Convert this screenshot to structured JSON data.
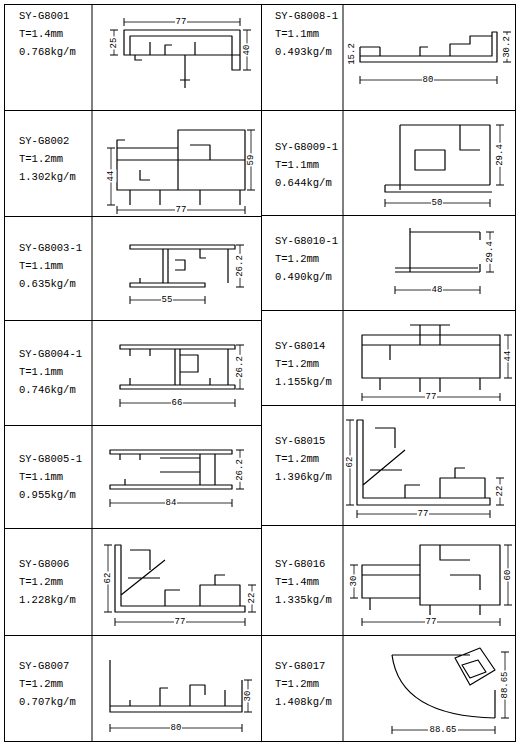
{
  "diagram": {
    "nodes": [
      {
        "text": [
          "SY-G8001",
          "T=1.4mm",
          "0.768kg/m"
        ]
      },
      {
        "text": [
          "SY-G8002",
          "T=1.2mm",
          "1.302kg/m"
        ]
      },
      {
        "text": [
          "SY-G8003-1",
          "T=1.1mm",
          "0.635kg/m"
        ]
      },
      {
        "text": [
          "SY-G8004-1",
          "T=1.1mm",
          "0.746kg/m"
        ]
      },
      {
        "text": [
          "SY-G8005-1",
          "T=1.1mm",
          "0.955kg/m"
        ]
      },
      {
        "text": [
          "SY-G8006",
          "T=1.2mm",
          "1.228kg/m"
        ]
      },
      {
        "text": [
          "SY-G8007",
          "T=1.2mm",
          "0.707kg/m"
        ]
      },
      {
        "text": [
          "SY-G8008-1",
          "T=1.1mm",
          "0.493kg/m"
        ]
      },
      {
        "text": [
          "SY-G8009-1",
          "T=1.1mm",
          "0.644kg/m"
        ]
      },
      {
        "text": [
          "SY-G8010-1",
          "T=1.2mm",
          "0.490kg/m"
        ]
      },
      {
        "text": [
          "SY-G8014",
          "T=1.2mm",
          "1.155kg/m"
        ]
      },
      {
        "text": [
          "SY-G8015",
          "T=1.2mm",
          "1.396kg/m"
        ]
      },
      {
        "text": [
          "SY-G8016",
          "T=1.4mm",
          "1.335kg/m"
        ]
      },
      {
        "text": [
          "SY-G8017",
          "T=1.2mm",
          "1.408kg/m"
        ]
      }
    ],
    "labels": [
      "77",
      "25",
      "40",
      "44",
      "59",
      "77",
      "26.2",
      "55",
      "26.2",
      "66",
      "26.2",
      "84",
      "62",
      "22",
      "77",
      "30",
      "80",
      "15.2",
      "30.2",
      "80",
      "29.4",
      "50",
      "29.4",
      "48",
      "44",
      "77",
      "62",
      "22",
      "77",
      "30",
      "60",
      "77",
      "88.65",
      "88.65"
    ]
  }
}
